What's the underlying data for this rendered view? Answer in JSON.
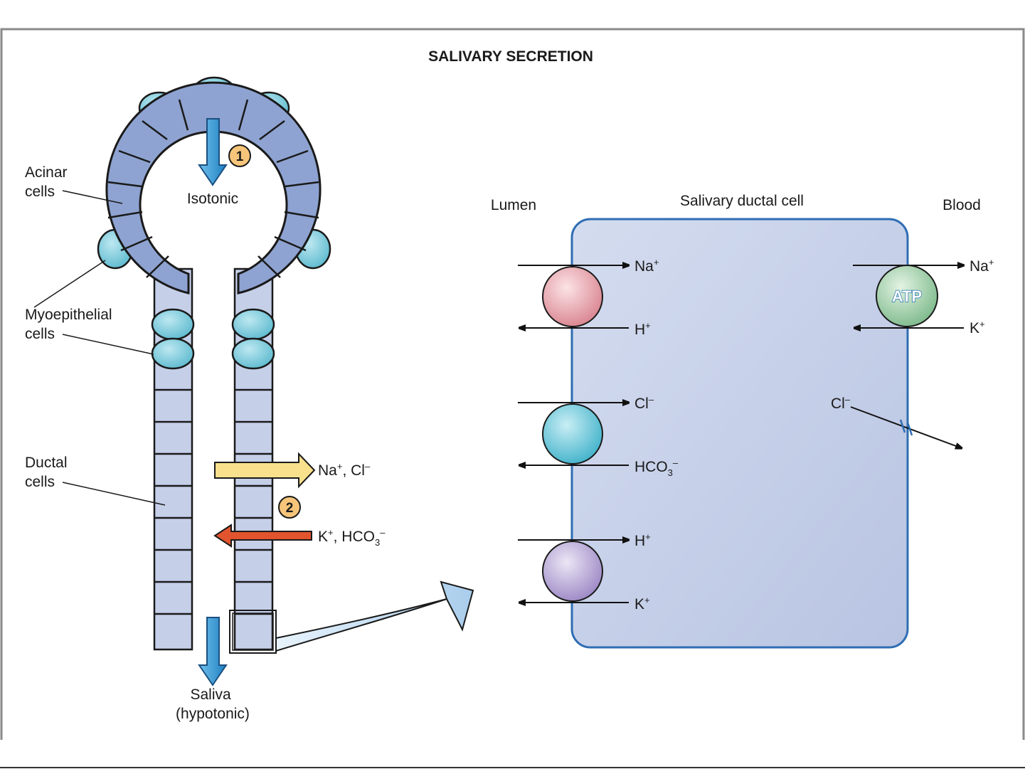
{
  "title": "SALIVARY SECRETION",
  "left": {
    "acinar": [
      "Acinar",
      "cells"
    ],
    "isotonic": "Isotonic",
    "myoepithelial": [
      "Myoepithelial",
      "cells"
    ],
    "ductal": [
      "Ductal",
      "cells"
    ],
    "saliva": [
      "Saliva",
      "(hypotonic)"
    ],
    "step1": "1",
    "step2": "2",
    "absorbed": {
      "pre": "Na",
      "pre_sup": "+",
      "mid": ", Cl",
      "mid_sup": "–"
    },
    "secreted": {
      "pre": "K",
      "pre_sup": "+",
      "mid": ", HCO",
      "sub": "3",
      "sup": "–"
    }
  },
  "right": {
    "lumen": "Lumen",
    "cell": "Salivary ductal cell",
    "blood": "Blood",
    "atp": "ATP",
    "t1_in": {
      "base": "Na",
      "sup": "+"
    },
    "t1_out": {
      "base": "H",
      "sup": "+"
    },
    "t2_in": {
      "base": "Cl",
      "sup": "–"
    },
    "t2_out": {
      "base": "HCO",
      "sub": "3",
      "sup": "–"
    },
    "t3_in": {
      "base": "H",
      "sup": "+"
    },
    "t3_out": {
      "base": "K",
      "sup": "+"
    },
    "pump_out": {
      "base": "Na",
      "sup": "+"
    },
    "pump_in": {
      "base": "K",
      "sup": "+"
    },
    "channel": {
      "base": "Cl",
      "sup": "–"
    }
  },
  "colors": {
    "acinar": "#8ea3d1",
    "duct": "#c5cfe8",
    "myo": "#6fc3d6",
    "cell_fill": "#c6d0e8",
    "cell_border": "#2e6db3",
    "absorb_arrow": "#f8e08c",
    "secrete_arrow": "#e2542d",
    "flow_arrow": "#2b8fd0",
    "transporter_1": "#e6a0a8",
    "transporter_2": "#5cc2d6",
    "transporter_3": "#b8a6d6",
    "pump": "#9bcfa2"
  }
}
